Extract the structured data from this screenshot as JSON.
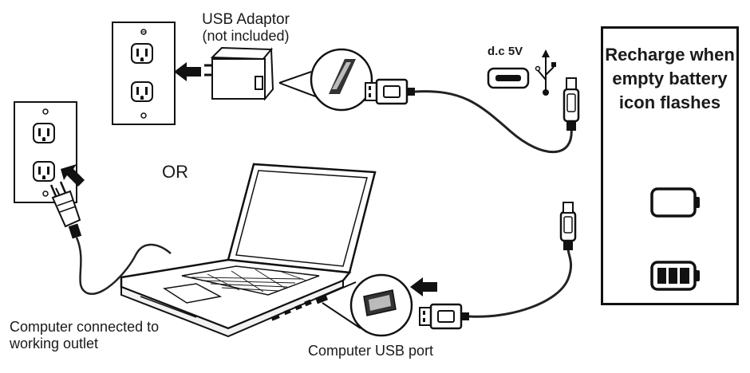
{
  "labels": {
    "usb_adaptor": "USB Adaptor",
    "not_included": "(not included)",
    "or": "OR",
    "dc": "d.c 5V",
    "computer_connected": "Computer connected to working outlet",
    "computer_usb_port": "Computer USB port",
    "recharge": "Recharge when empty battery icon flashes"
  },
  "icons": {
    "wall_outlet": "wall-outlet-icon",
    "usb_adaptor": "usb-adaptor-icon",
    "laptop": "laptop-icon",
    "usb_symbol": "usb-symbol-icon",
    "micro_usb_port": "micro-usb-port-icon",
    "battery_empty": "battery-empty-icon",
    "battery_full": "battery-full-icon",
    "arrow": "arrow-left-icon"
  },
  "colors": {
    "ink": "#1a1a1a",
    "cable": "#222222"
  }
}
